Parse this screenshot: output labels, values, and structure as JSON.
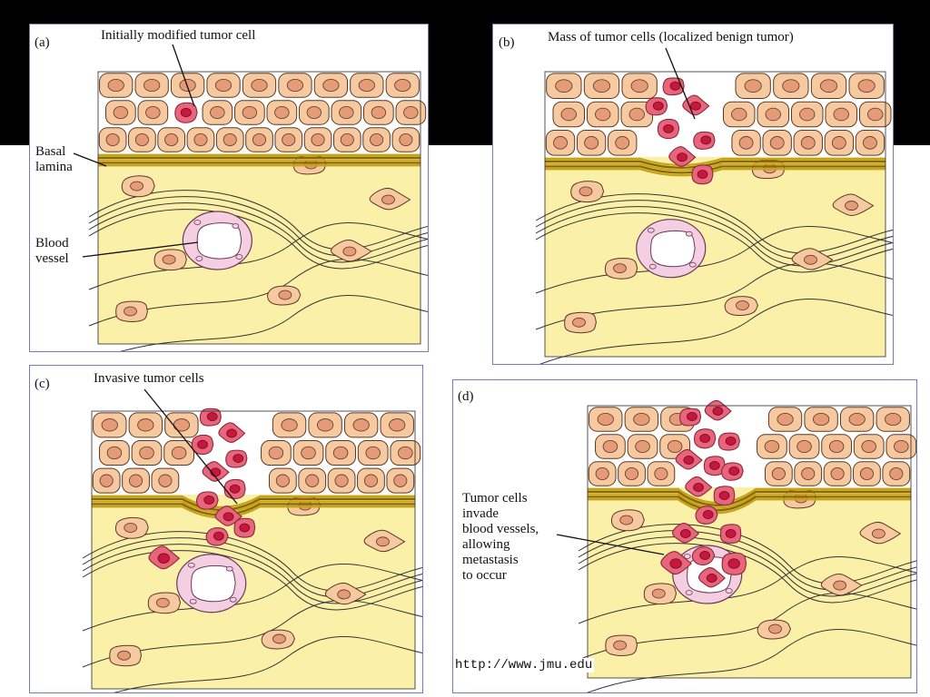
{
  "colors": {
    "background_bar": "#000000",
    "panel_border": "#6f7fb6",
    "connective_tissue": "#fbf0a8",
    "epithelial_cell": "#f6c9a1",
    "epithelial_nucleus": "#e59a78",
    "basal_lamina": "#c9a21c",
    "tumor_cell": "#e8657c",
    "tumor_nucleus": "#c8173f",
    "vessel_wall": "#f3cfe1",
    "vessel_lumen": "#ffffff"
  },
  "panels": [
    {
      "letter": "(a)",
      "stage": "initial",
      "labels": [
        {
          "text": "Initially modified tumor cell"
        },
        {
          "text": "Basal\nlamina"
        },
        {
          "text": "Blood\nvessel"
        }
      ]
    },
    {
      "letter": "(b)",
      "stage": "benign",
      "labels": [
        {
          "text": "Mass of tumor cells (localized benign tumor)"
        }
      ]
    },
    {
      "letter": "(c)",
      "stage": "invasive",
      "labels": [
        {
          "text": "Invasive tumor  cells"
        }
      ]
    },
    {
      "letter": "(d)",
      "stage": "metastasis",
      "labels": [
        {
          "text": "Tumor cells\ninvade\nblood vessels,\nallowing\nmetastasis\nto occur"
        }
      ]
    }
  ],
  "source": "http://www.jmu.edu"
}
